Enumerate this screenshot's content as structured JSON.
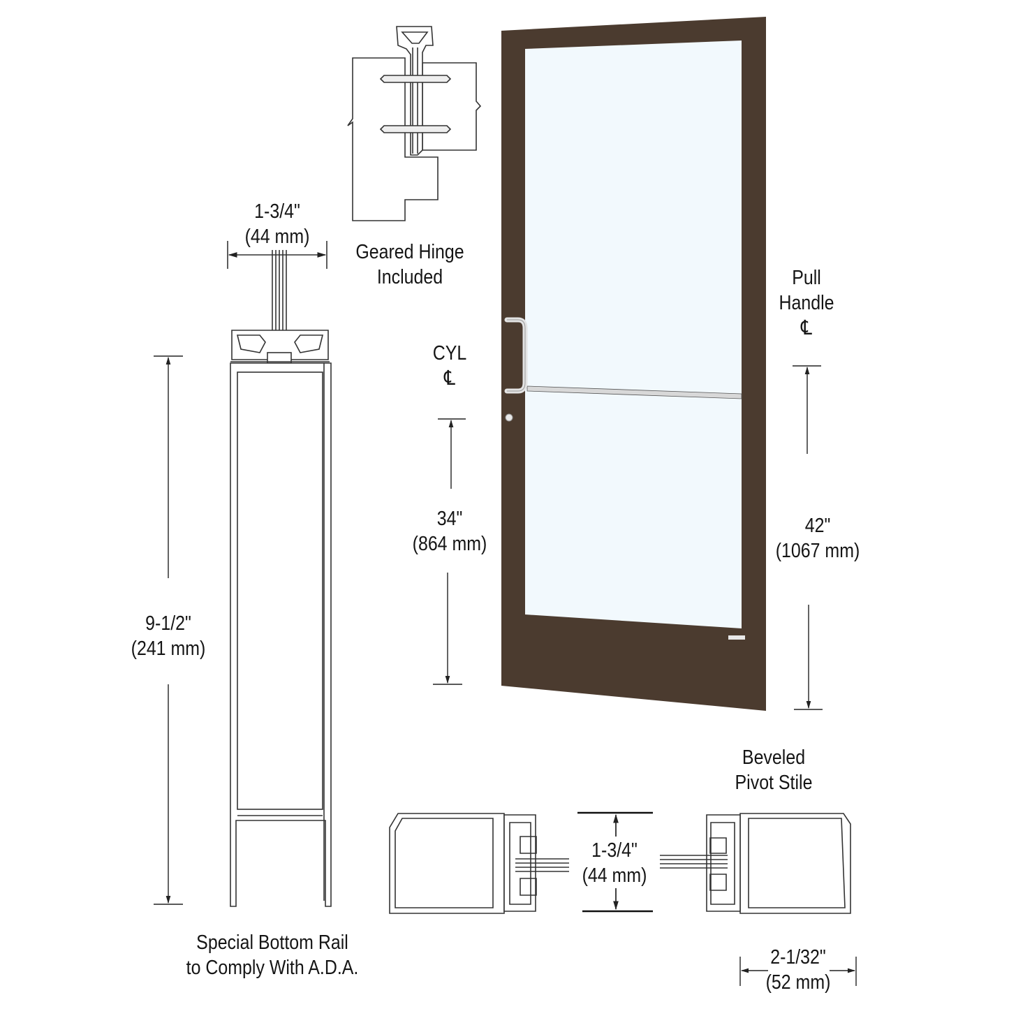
{
  "figure": {
    "title": "Aluminum Door Specification Drawing",
    "colors": {
      "door_frame": "#4b3b2f",
      "glass": "#f2f9fd",
      "line": "#2a2a2a",
      "hardware": "#cfcfcf"
    }
  },
  "labels": {
    "top_stile_dim": {
      "inches": "1-3/4\"",
      "mm": "(44 mm)"
    },
    "geared_hinge": {
      "line1": "Geared Hinge",
      "line2": "Included"
    },
    "pull_handle": {
      "line1": "Pull",
      "line2": "Handle",
      "symbol": "℄"
    },
    "cyl": {
      "line1": "CYL",
      "symbol": "℄"
    },
    "cyl_height": {
      "inches": "34\"",
      "mm": "(864 mm)"
    },
    "handle_height": {
      "inches": "42\"",
      "mm": "(1067 mm)"
    },
    "bottom_rail_dim": {
      "inches": "9-1/2\"",
      "mm": "(241 mm)"
    },
    "bottom_rail_caption": {
      "line1": "Special Bottom Rail",
      "line2": "to Comply With A.D.A."
    },
    "pivot_stile": {
      "line1": "Beveled",
      "line2": "Pivot Stile"
    },
    "section_dim": {
      "inches": "1-3/4\"",
      "mm": "(44 mm)"
    },
    "stile_width": {
      "inches": "2-1/32\"",
      "mm": "(52 mm)"
    }
  }
}
